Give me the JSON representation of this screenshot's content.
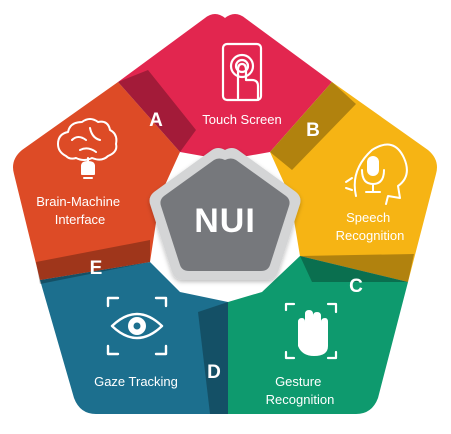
{
  "center": {
    "label": "NUI"
  },
  "segments": [
    {
      "id": "touch",
      "label_lines": [
        "Touch Screen"
      ],
      "letter": "A",
      "icon": "touch-screen-icon",
      "color": "#E2264F"
    },
    {
      "id": "speech",
      "label_lines": [
        "Speech",
        "Recognition"
      ],
      "letter": "B",
      "icon": "speech-icon",
      "color": "#F6B414"
    },
    {
      "id": "gesture",
      "label_lines": [
        "Gesture",
        "Recognition"
      ],
      "letter": "C",
      "icon": "hand-gesture-icon",
      "color": "#0E9A6E"
    },
    {
      "id": "gaze",
      "label_lines": [
        "Gaze Tracking"
      ],
      "letter": "D",
      "icon": "eye-icon",
      "color": "#1C6F8E"
    },
    {
      "id": "brain",
      "label_lines": [
        "Brain-Machine",
        "Interface"
      ],
      "letter": "E",
      "icon": "brain-icon",
      "color": "#DD4B26"
    }
  ],
  "colors": {
    "center_fill": "#76787B",
    "center_border": "#D4D5D6",
    "tab_shadow": "rgba(0,0,0,0.28)"
  }
}
